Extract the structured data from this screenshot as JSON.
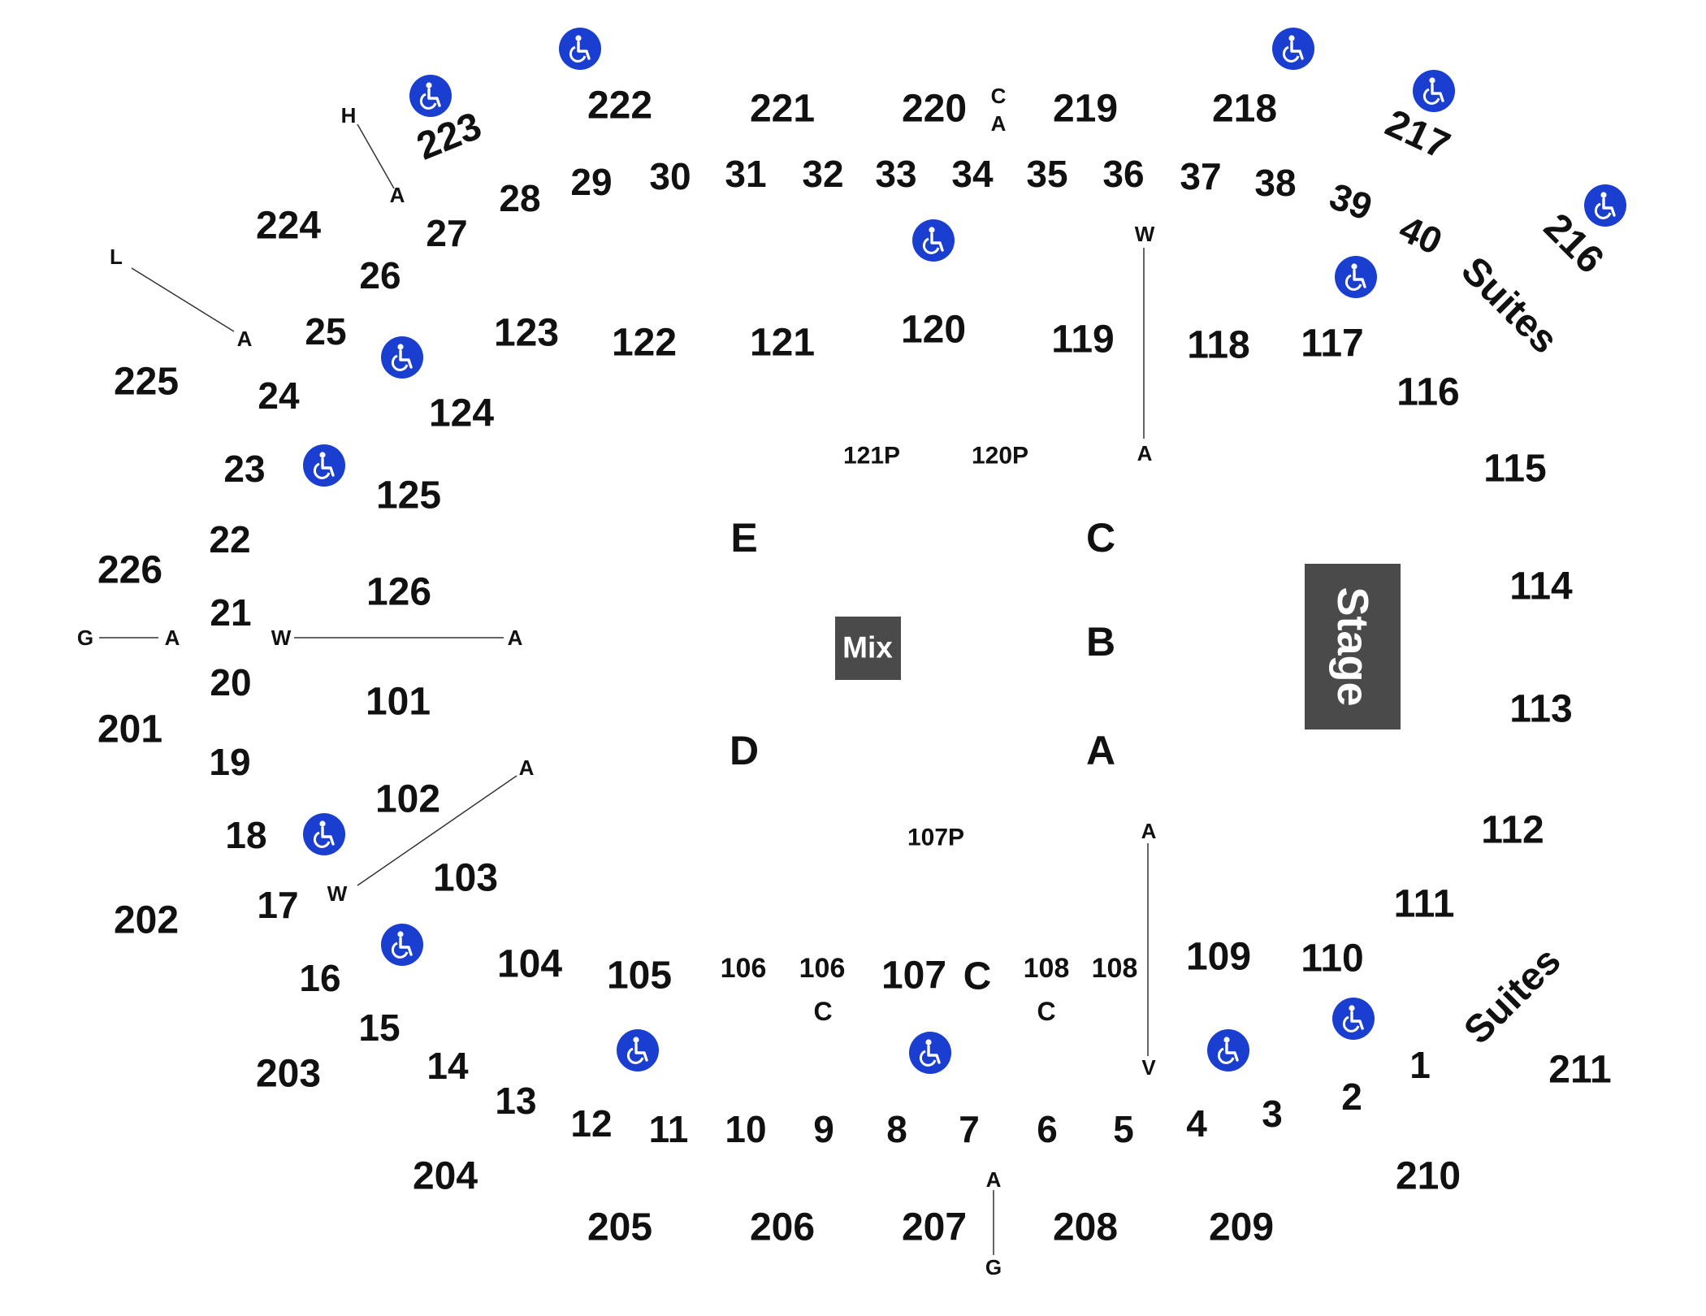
{
  "colors": {
    "accessible": "#1a3fd0",
    "stage": "#4a4a4a",
    "mix": "#4a4a4a",
    "text": "#111111",
    "line": "#333333",
    "background": "#ffffff"
  },
  "icons": {
    "accessible": "wheelchair-icon"
  },
  "map": {
    "stage_label": "Stage",
    "mix_label": "Mix",
    "floor_sections": [
      "A",
      "B",
      "C",
      "D",
      "E"
    ],
    "upper_sections": [
      "201",
      "202",
      "203",
      "204",
      "205",
      "206",
      "207",
      "208",
      "209",
      "210",
      "211",
      "216",
      "217",
      "218",
      "219",
      "220",
      "221",
      "222",
      "223",
      "224",
      "225",
      "226"
    ],
    "lower_sections": [
      "101",
      "102",
      "103",
      "104",
      "105",
      "106",
      "106",
      "107",
      "108",
      "108",
      "109",
      "110",
      "111",
      "112",
      "113",
      "114",
      "115",
      "116",
      "117",
      "118",
      "119",
      "120",
      "121",
      "122",
      "123",
      "124",
      "125",
      "126"
    ],
    "mid_sections": [
      "1",
      "2",
      "3",
      "4",
      "5",
      "6",
      "7",
      "8",
      "9",
      "10",
      "11",
      "12",
      "13",
      "14",
      "15",
      "16",
      "17",
      "18",
      "19",
      "20",
      "21",
      "22",
      "23",
      "24",
      "25",
      "26",
      "27",
      "28",
      "29",
      "30",
      "31",
      "32",
      "33",
      "34",
      "35",
      "36",
      "37",
      "38",
      "39",
      "40"
    ],
    "pit_sections": [
      "121P",
      "120P",
      "107P"
    ],
    "suites_label": "Suites",
    "row_markers": [
      "H",
      "A",
      "L",
      "A",
      "G",
      "A",
      "W",
      "A",
      "A",
      "W",
      "W",
      "A",
      "A",
      "V",
      "A",
      "G",
      "C",
      "A",
      "C",
      "C",
      "C"
    ]
  }
}
